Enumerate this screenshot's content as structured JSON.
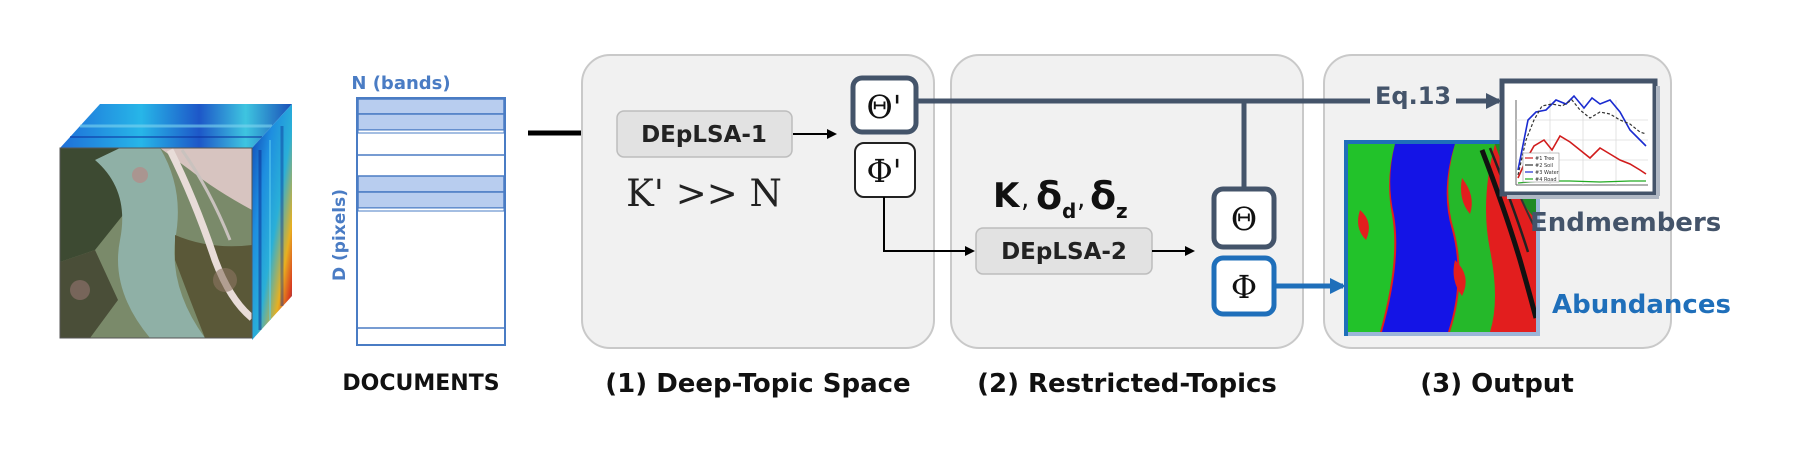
{
  "input": {
    "bands_label": "N (bands)",
    "pixels_label": "D (pixels)",
    "documents_label": "DOCUMENTS"
  },
  "panel1": {
    "block": "DEpLSA-1",
    "condition": "K' >> N",
    "theta_prime": "Θ'",
    "phi_prime": "Φ'",
    "caption": "(1) Deep-Topic Space"
  },
  "panel2": {
    "params_k": "K",
    "params_sep": ",",
    "delta": "δ",
    "sub_d": "d",
    "sub_z": "z",
    "block": "DEpLSA-2",
    "theta": "Θ",
    "phi": "Φ",
    "caption": "(2) Restricted-Topics"
  },
  "panel3": {
    "eq_label": "Eq.13",
    "endmembers_label": "Endmembers",
    "abundances_label": "Abundances",
    "caption": "(3) Output",
    "legend": [
      "#1 Tree",
      "#2 Soil",
      "#3 Water",
      "#4 Road"
    ]
  },
  "colors": {
    "panel_fill": "#f1f1f1",
    "panel_stroke": "#c9c9c9",
    "slate": "#44546a",
    "accent_blue": "#1f6fba",
    "band_blue": "#4a7cc4",
    "block_fill": "#e2e2e2"
  }
}
